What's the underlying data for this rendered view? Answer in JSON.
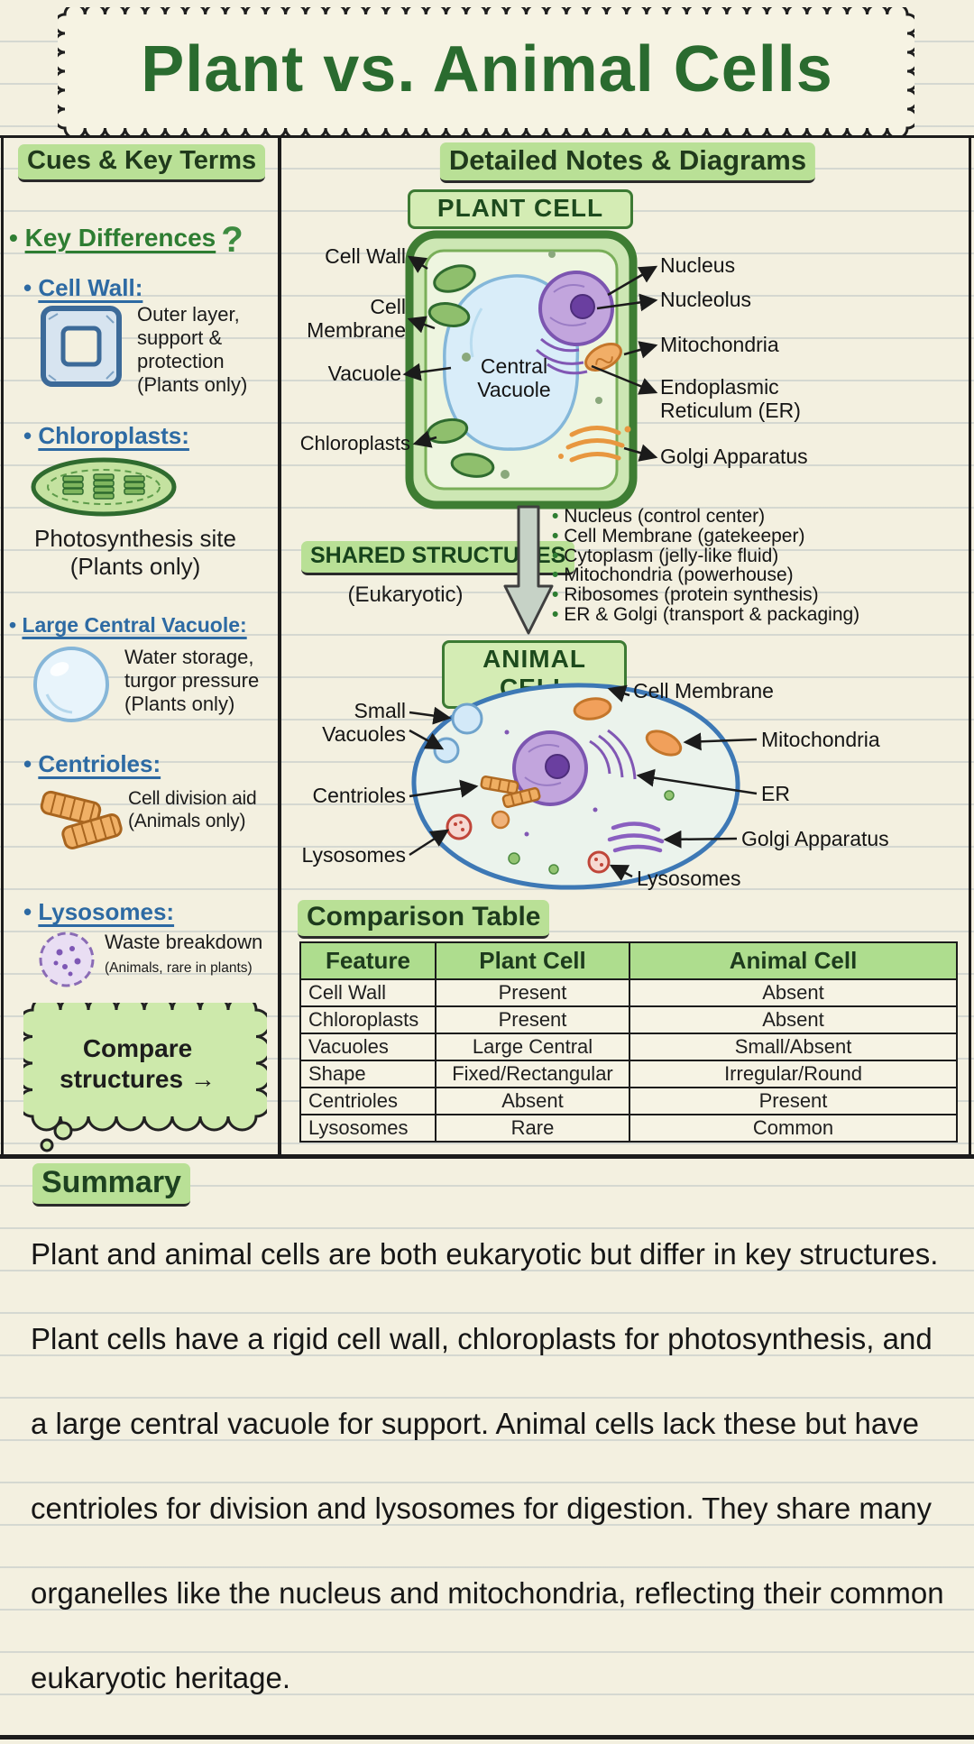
{
  "palette": {
    "paper": "#f3f0e0",
    "ink": "#1f1f1f",
    "heading_green": "#1d4220",
    "accent_green": "#2e7d32",
    "highlight_green": "#b9e096",
    "term_blue": "#2d6aa3",
    "plant_green": "#3e7d33",
    "animal_blue": "#3d78b5",
    "organelle_purple": "#7c55b0",
    "organelle_orange": "#e8973f"
  },
  "title": "Plant vs. Animal Cells",
  "cues": {
    "heading": "Cues & Key Terms",
    "key_differences": {
      "label": "Key Differences",
      "mark": "?"
    },
    "items": [
      {
        "term": "Cell Wall:",
        "desc": "Outer layer, support & protection (Plants only)"
      },
      {
        "term": "Chloroplasts:",
        "desc": "Photosynthesis site (Plants only)"
      },
      {
        "term": "Large Central Vacuole:",
        "desc": "Water storage, turgor pressure (Plants only)"
      },
      {
        "term": "Centrioles:",
        "desc": "Cell division aid (Animals only)"
      },
      {
        "term": "Lysosomes:",
        "desc": "Waste breakdown",
        "sub": "(Animals, rare in plants)"
      }
    ],
    "thought_bubble": "Compare structures →"
  },
  "notes": {
    "heading": "Detailed Notes & Diagrams",
    "plant_cell": {
      "title": "PLANT CELL",
      "labels": {
        "cell_wall": "Cell Wall",
        "cell_membrane": "Cell Membrane",
        "vacuole": "Vacuole",
        "chloroplasts": "Chloroplasts",
        "central_vacuole": "Central Vacuole",
        "nucleus": "Nucleus",
        "nucleolus": "Nucleolus",
        "mitochondria": "Mitochondria",
        "er": "Endoplasmic Reticulum (ER)",
        "golgi": "Golgi Apparatus"
      }
    },
    "shared": {
      "title": "SHARED STRUCTURES",
      "subtitle": "(Eukaryotic)",
      "bullets": [
        "Nucleus (control center)",
        "Cell Membrane (gatekeeper)",
        "Cytoplasm (jelly-like fluid)",
        "Mitochondria (powerhouse)",
        "Ribosomes (protein synthesis)",
        "ER & Golgi (transport & packaging)"
      ]
    },
    "animal_cell": {
      "title": "ANIMAL CELL",
      "labels": {
        "small_vacuoles": "Small Vacuoles",
        "centrioles": "Centrioles",
        "lysosomes_left": "Lysosomes",
        "cell_membrane": "Cell Membrane",
        "mitochondria": "Mitochondria",
        "er": "ER",
        "golgi": "Golgi Apparatus",
        "lysosomes_right": "Lysosomes"
      }
    },
    "comparison": {
      "title": "Comparison Table",
      "headers": [
        "Feature",
        "Plant Cell",
        "Animal Cell"
      ],
      "rows": [
        [
          "Cell Wall",
          "Present",
          "Absent"
        ],
        [
          "Chloroplasts",
          "Present",
          "Absent"
        ],
        [
          "Vacuoles",
          "Large Central",
          "Small/Absent"
        ],
        [
          "Shape",
          "Fixed/Rectangular",
          "Irregular/Round"
        ],
        [
          "Centrioles",
          "Absent",
          "Present"
        ],
        [
          "Lysosomes",
          "Rare",
          "Common"
        ]
      ]
    }
  },
  "summary": {
    "heading": "Summary",
    "text": "Plant and animal cells are both eukaryotic but differ in key structures. Plant cells have a rigid cell wall, chloroplasts for photosynthesis, and a large central vacuole for support. Animal cells lack these but have centrioles for division and lysosomes for digestion. They share many organelles like the nucleus and mitochondria, reflecting their common eukaryotic heritage."
  }
}
